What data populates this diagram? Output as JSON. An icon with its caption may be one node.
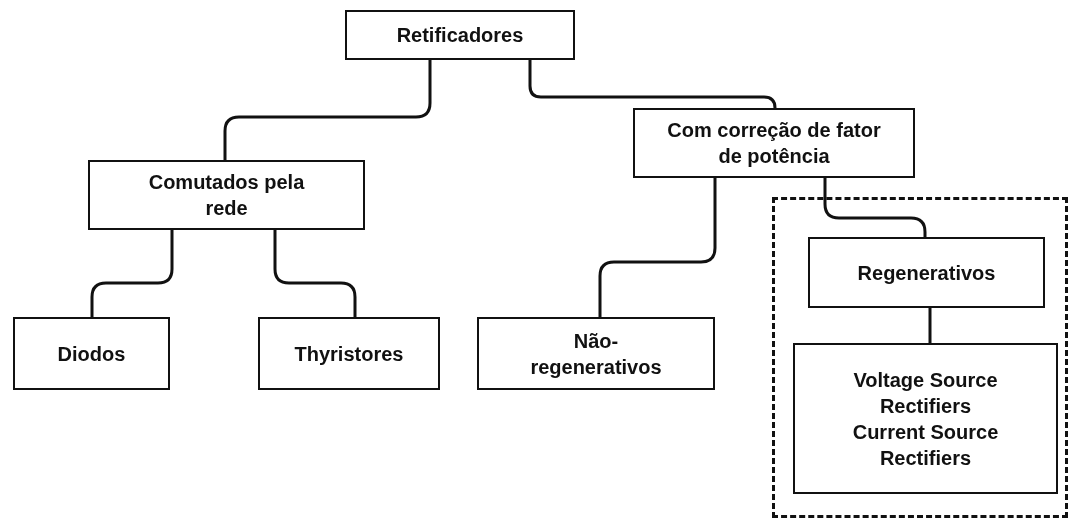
{
  "diagram": {
    "nodes": [
      {
        "text": [
          "Retificadores"
        ]
      },
      {
        "text": [
          "Com correção de fator de potência"
        ]
      },
      {
        "text": [
          "Comutados pela rede"
        ]
      },
      {
        "text": [
          "Diodos"
        ]
      },
      {
        "text": [
          "Thyristores"
        ]
      },
      {
        "text": [
          "Não-regenerativos"
        ]
      },
      {
        "text": [],
        "shape": "box"
      },
      {
        "text": [
          "Regenerativos"
        ],
        "in": 6
      },
      {
        "text": [
          "Voltage Source Rectifiers",
          "Current Source Rectifiers"
        ],
        "in": 6
      }
    ],
    "edges": [
      {
        "from": 0,
        "to": 2,
        "arrow": "none"
      },
      {
        "from": 0,
        "to": 1,
        "arrow": "none"
      },
      {
        "from": 2,
        "to": 3,
        "arrow": "none"
      },
      {
        "from": 2,
        "to": 4,
        "arrow": "none"
      },
      {
        "from": 1,
        "to": 5,
        "arrow": "none"
      },
      {
        "from": 1,
        "to": 7,
        "arrow": "none"
      },
      {
        "from": 7,
        "to": 8,
        "arrow": "none"
      }
    ]
  }
}
